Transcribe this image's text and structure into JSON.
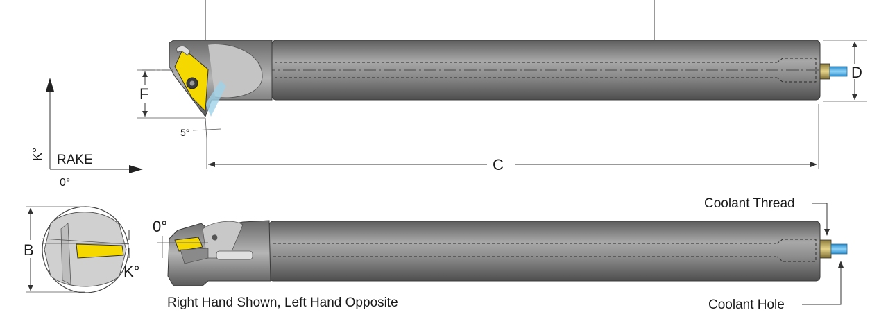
{
  "labels": {
    "d": "D",
    "f": "F",
    "five_deg": "5°",
    "k_axis": "K°",
    "rake": "RAKE",
    "zero_deg": "0°",
    "c": "C",
    "b": "B",
    "zero_deg_side": "0°",
    "k_side": "K°",
    "coolant_thread": "Coolant Thread",
    "coolant_hole": "Coolant Hole",
    "caption": "Right Hand Shown, Left Hand Opposite"
  },
  "colors": {
    "insert": "#f5d800",
    "coolant": "#4fb3e8",
    "fitting": "#d9c57a",
    "bar_dark": "#6e6e6e",
    "bar_light": "#9a9a9a"
  },
  "icons": [
    "rake-axis-arrow-icon",
    "k-axis-arrow-icon"
  ]
}
